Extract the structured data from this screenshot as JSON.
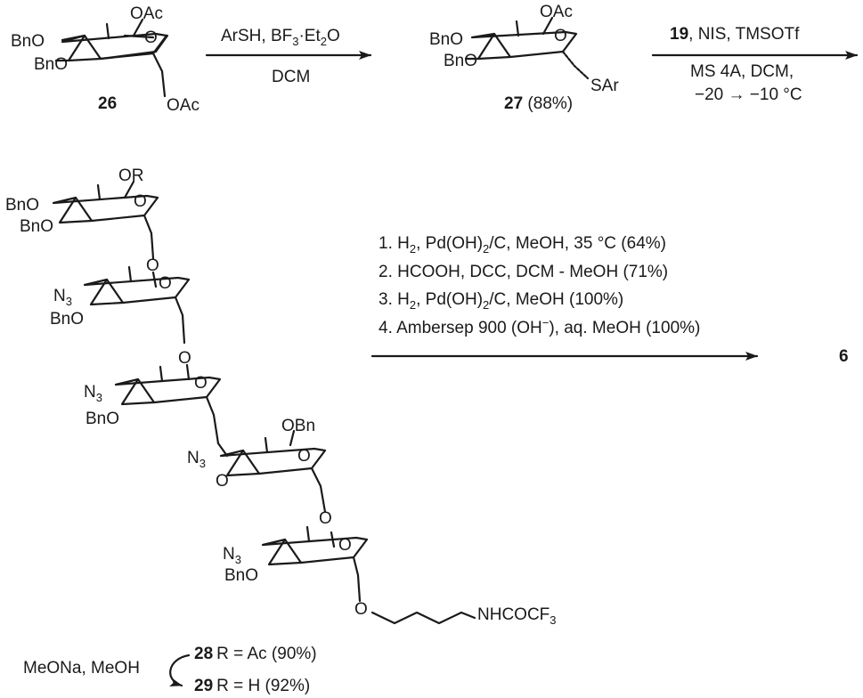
{
  "scheme": {
    "step1": {
      "compound_number": "26",
      "reagents": [
        "ArSH, BF₃·Et₂O",
        "DCM"
      ],
      "groups": [
        "OAc",
        "OAc",
        "BnO",
        "BnO",
        "O"
      ]
    },
    "step2": {
      "compound_number": "27",
      "yield": "(88%)",
      "groups": [
        "OAc",
        "BnO",
        "BnO",
        "O",
        "SAr"
      ],
      "reagents_top": [
        "19",
        ", NIS, TMSOTf"
      ],
      "reagents_bottom": [
        "MS 4A, DCM,",
        "−20 → −10 °C"
      ]
    },
    "oligomer": {
      "groups": {
        "unit1": [
          "OR",
          "BnO",
          "BnO",
          "O"
        ],
        "unit2": [
          "N3",
          "BnO",
          "O"
        ],
        "unit3": [
          "N3",
          "BnO",
          "O"
        ],
        "unit4": [
          "OBn",
          "N3",
          "O",
          "O"
        ],
        "unit5": [
          "N3",
          "BnO",
          "O"
        ],
        "linkers": [
          "O",
          "O",
          "O",
          "O",
          "O"
        ],
        "side_chain": "NHCOCF3"
      }
    },
    "final_step": {
      "conditions": [
        "1. H₂, Pd(OH)₂/C, MeOH, 35 °C (64%)",
        "2. HCOOH, DCC, DCM - MeOH (71%)",
        "3. H₂, Pd(OH)₂/C, MeOH (100%)",
        "4. Ambersep 900 (OH⁻), aq. MeOH (100%)"
      ],
      "product": "6"
    },
    "deprotection": {
      "reagent": "MeONa, MeOH",
      "compound_a": {
        "number": "28",
        "text": "R = Ac (90%)"
      },
      "compound_b": {
        "number": "29",
        "text": "R = H (92%)"
      }
    }
  }
}
